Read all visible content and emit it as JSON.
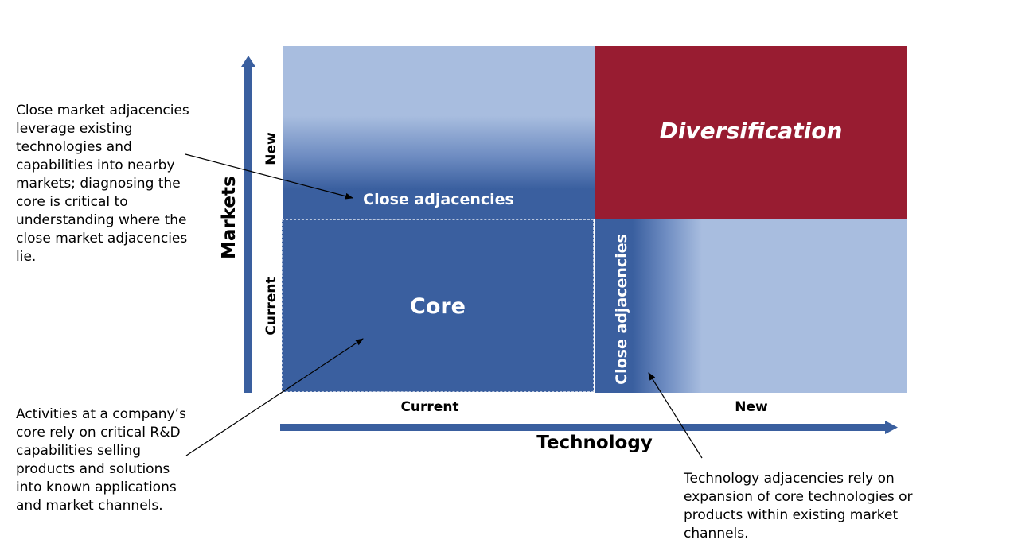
{
  "quadrants": {
    "diversification": "Diversification",
    "close_adj_market": "Close adjacencies",
    "core": "Core",
    "close_adj_tech": "Close adjacencies"
  },
  "axes": {
    "y_title": "Markets",
    "y_new": "New",
    "y_current": "Current",
    "x_title": "Technology",
    "x_current": "Current",
    "x_new": "New"
  },
  "annotations": {
    "market_adj": "Close market adjacencies leverage existing technologies and capabilities into nearby markets; diagnosing the core is critical to understanding where the close market adjacencies lie.",
    "core": "Activities at a company’s core rely on critical R&D capabilities selling products and solutions into known applications and market channels.",
    "tech_adj": "Technology adjacencies rely on expansion of core technologies or products within existing market channels."
  },
  "colors": {
    "core_blue": "#3a5f9f",
    "light_blue": "#a8bddf",
    "diversification_red": "#981c31",
    "axis_blue": "#3a5f9f"
  }
}
